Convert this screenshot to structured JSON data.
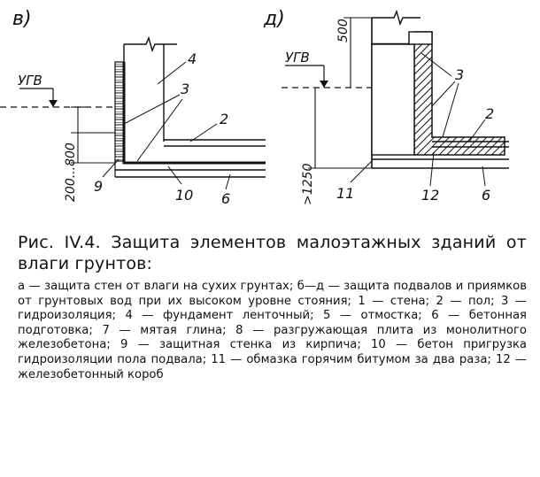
{
  "figure": {
    "panel_v": {
      "letter": "в)",
      "ugv": "УГВ",
      "depth": "200...800",
      "labels": {
        "l4": "4",
        "l3": "3",
        "l2": "2",
        "l9": "9",
        "l10": "10",
        "l6": "6"
      }
    },
    "panel_d": {
      "letter": "д)",
      "ugv": "УГВ",
      "height": "500",
      "depth": ">1250",
      "labels": {
        "l3": "3",
        "l2": "2",
        "l11": "11",
        "l12": "12",
        "l6": "6"
      }
    }
  },
  "caption": {
    "title": "Рис. IV.4. Защита элементов малоэтажных зданий от влаги грунтов:",
    "body": "а — защита стен от влаги на сухих грунтах; б—д — защита подвалов и приямков от грунтовых вод при их высоком уровне стояния; 1 — стена; 2 — пол; 3 — гидроизоляция; 4 — фундамент ленточный; 5 — отмостка; 6 — бетонная подготовка; 7 — мятая глина; 8 — разгружающая плита из монолитного железобетона; 9 — защитная стенка из кирпича; 10 — бетон пригрузка гидроизоляции пола подвала; 11 — обмазка горячим битумом за два раза; 12 — железобетонный короб"
  }
}
